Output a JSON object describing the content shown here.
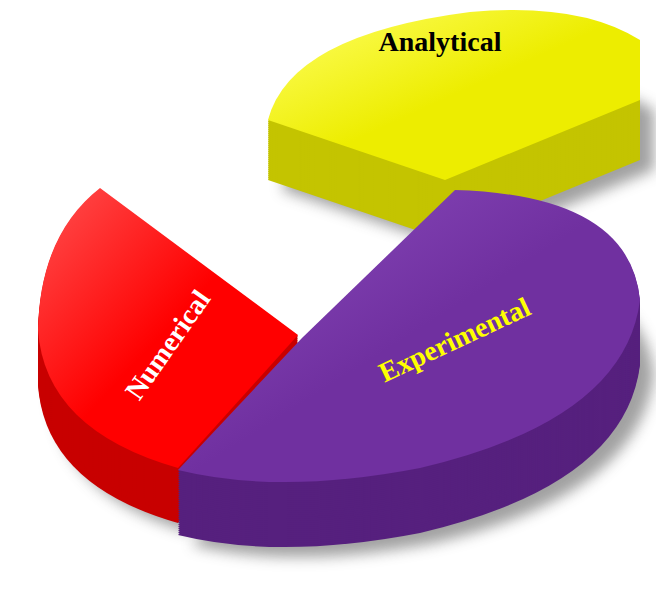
{
  "diagram": {
    "nodes": [
      {
        "text": [
          "Analytical"
        ]
      },
      {
        "text": [
          "Numerical"
        ]
      },
      {
        "text": [
          "Experimental"
        ]
      }
    ]
  }
}
